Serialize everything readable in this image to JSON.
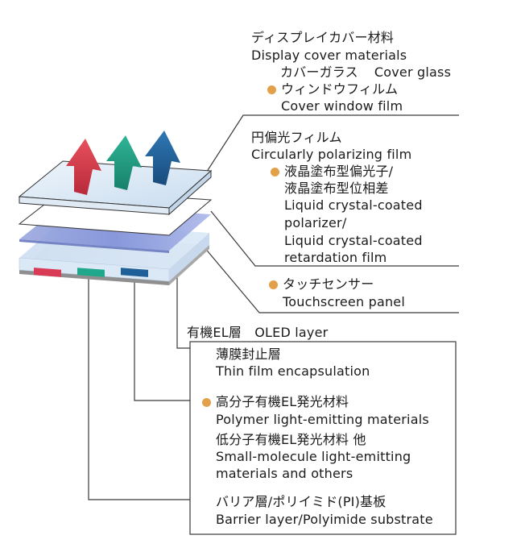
{
  "display_cover": {
    "heading_jp": "ディスプレイカバー材料",
    "heading_en": "Display cover materials",
    "glass_jp": "カバーガラス",
    "glass_en": "Cover glass",
    "film_jp": "ウィンドウフィルム",
    "film_en": "Cover window film"
  },
  "polarizing": {
    "heading_jp": "円偏光フィルム",
    "heading_en": "Circularly polarizing film",
    "lc_jp_1": "液晶塗布型偏光子/",
    "lc_jp_2": "液晶塗布型位相差",
    "lc_en_1": "Liquid crystal-coated",
    "lc_en_2": "polarizer/",
    "lc_en_3": "Liquid crystal-coated",
    "lc_en_4": "retardation film"
  },
  "touch": {
    "jp": "タッチセンサー",
    "en": "Touchscreen panel"
  },
  "oled": {
    "heading": "有機EL層　OLED layer",
    "tfe_jp": "薄膜封止層",
    "tfe_en": "Thin film encapsulation",
    "polymer_jp": "高分子有機EL発光材料",
    "polymer_en": "Polymer light-emitting materials",
    "small_jp": "低分子有機EL発光材料 他",
    "small_en_1": "Small-molecule light-emitting",
    "small_en_2": "materials and others",
    "substrate_jp": "バリア層/ポリイミド(PI)基板",
    "substrate_en": "Barrier layer/Polyimide substrate"
  },
  "colors": {
    "bullet": "#e3a04a",
    "arrow_red": "#d63a4a",
    "arrow_green": "#1f9c83",
    "arrow_blue": "#1f5f98"
  }
}
